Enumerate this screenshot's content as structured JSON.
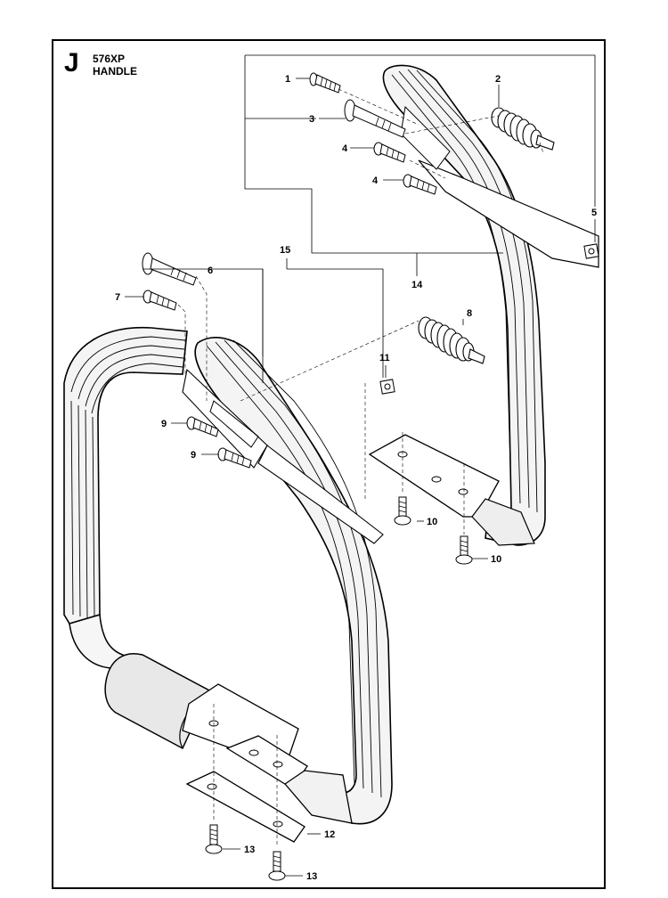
{
  "header": {
    "section_letter": "J",
    "model": "576XP",
    "title": "HANDLE"
  },
  "callouts": [
    {
      "id": "c1",
      "label": "1"
    },
    {
      "id": "c2",
      "label": "2"
    },
    {
      "id": "c3",
      "label": "3"
    },
    {
      "id": "c4a",
      "label": "4"
    },
    {
      "id": "c4b",
      "label": "4"
    },
    {
      "id": "c5",
      "label": "5"
    },
    {
      "id": "c6",
      "label": "6"
    },
    {
      "id": "c7",
      "label": "7"
    },
    {
      "id": "c8",
      "label": "8"
    },
    {
      "id": "c9a",
      "label": "9"
    },
    {
      "id": "c9b",
      "label": "9"
    },
    {
      "id": "c10a",
      "label": "10"
    },
    {
      "id": "c10b",
      "label": "10"
    },
    {
      "id": "c11",
      "label": "11"
    },
    {
      "id": "c12",
      "label": "12"
    },
    {
      "id": "c13a",
      "label": "13"
    },
    {
      "id": "c13b",
      "label": "13"
    },
    {
      "id": "c14",
      "label": "14"
    },
    {
      "id": "c15",
      "label": "15"
    }
  ]
}
